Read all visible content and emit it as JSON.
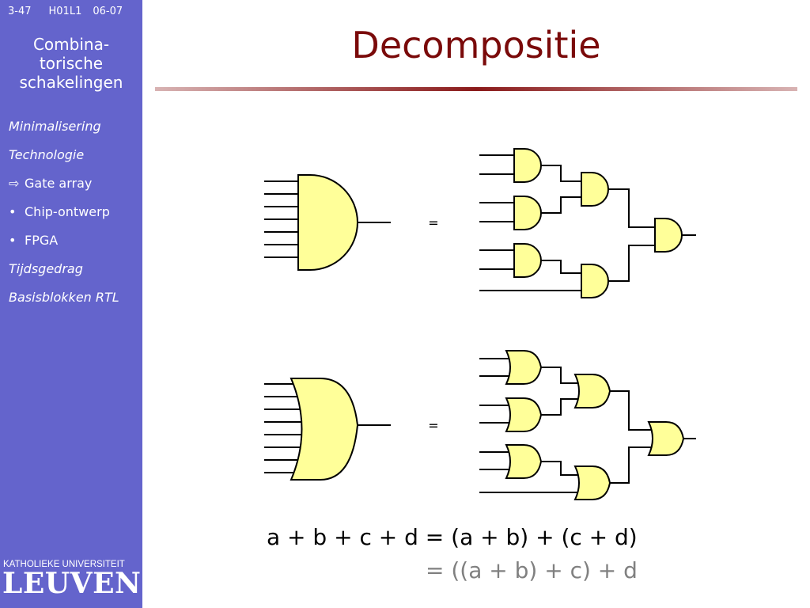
{
  "header": {
    "slide_no": "3-47",
    "course": "H01L1",
    "year": "06-07"
  },
  "chapter": {
    "line1": "Combina-",
    "line2": "torische",
    "line3": "schakelingen"
  },
  "nav": {
    "items": [
      {
        "label": "Minimalisering",
        "marker": ""
      },
      {
        "label": "Technologie",
        "marker": ""
      },
      {
        "label": "Gate array",
        "marker": "⇨"
      },
      {
        "label": "Chip-ontwerp",
        "marker": "•"
      },
      {
        "label": "FPGA",
        "marker": "•"
      },
      {
        "label": "Tijdsgedrag",
        "marker": ""
      },
      {
        "label": "Basisblokken RTL",
        "marker": ""
      }
    ]
  },
  "logo": {
    "small": "KATHOLIEKE UNIVERSITEIT",
    "big": "LEUVEN"
  },
  "title": "Decompositie",
  "diagram": {
    "equals_top": "=",
    "equals_bottom": "="
  },
  "formula": {
    "line1": "a + b + c + d = (a + b) + (c + d)",
    "line2": "= ((a + b) + c) + d"
  },
  "colors": {
    "sidebar": "#6464cc",
    "title": "#7a0a0a",
    "gate_fill": "#ffff99",
    "formula_secondary": "#808080"
  }
}
